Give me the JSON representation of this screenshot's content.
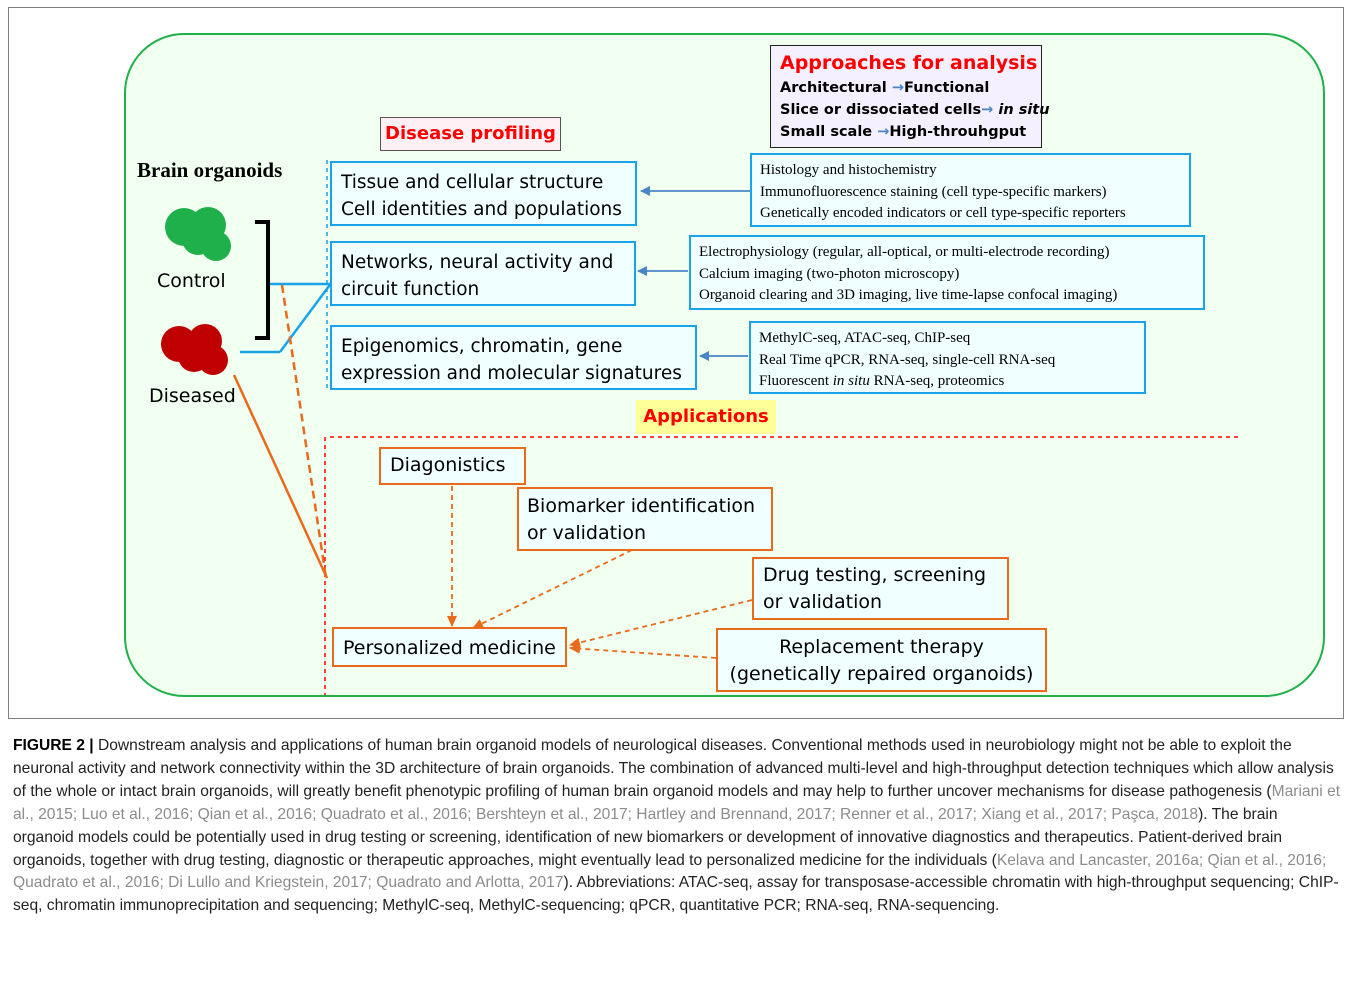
{
  "diagram": {
    "title": "Brain organoids",
    "control_label": "Control",
    "diseased_label": "Diseased",
    "disease_profiling_label": "Disease profiling",
    "approaches": {
      "title": "Approaches for analysis",
      "rows": [
        {
          "left": "Architectural",
          "right": "Functional",
          "right_italic": false
        },
        {
          "left": "Slice or dissociated cells",
          "right": "in situ",
          "right_italic": true
        },
        {
          "left": "Small scale",
          "right": "High-throuhgput",
          "right_italic": false
        }
      ]
    },
    "profiles": [
      {
        "lines": [
          "Tissue and cellular structure",
          "Cell identities and populations"
        ]
      },
      {
        "lines": [
          "Networks, neural activity and",
          "circuit function"
        ]
      },
      {
        "lines": [
          "Epigenomics, chromatin, gene",
          "expression and molecular signatures"
        ]
      }
    ],
    "methods": [
      {
        "lines": [
          "Histology and histochemistry",
          "Immunofluorescence staining (cell type-specific markers)",
          "Genetically encoded indicators or cell type-specific reporters"
        ]
      },
      {
        "lines": [
          "Electrophysiology (regular, all-optical, or multi-electrode recording)",
          "Calcium imaging (two-photon microscopy)",
          "Organoid clearing and 3D imaging, live time-lapse confocal imaging)"
        ]
      },
      {
        "line1": "MethylC-seq, ATAC-seq, ChIP-seq",
        "line2": "Real Time qPCR, RNA-seq, single-cell RNA-seq",
        "line3_pre": "Fluorescent ",
        "line3_italic": "in situ",
        "line3_post": " RNA-seq, proteomics"
      }
    ],
    "applications_label": "Applications",
    "applications": {
      "diagnostics": "Diagonistics",
      "biomarker": [
        "Biomarker identification",
        "or validation"
      ],
      "drug_testing": [
        "Drug testing, screening",
        "or validation"
      ],
      "personalized": "Personalized medicine",
      "replacement": [
        "Replacement therapy",
        "(genetically repaired organoids)"
      ]
    },
    "colors": {
      "control_green": "#1fb04c",
      "diseased_red": "#c00000",
      "blue_border": "#1aa3e6",
      "orange": "#e86a1a",
      "panel_green": "#21b04a",
      "panel_fill": "#f0fff0",
      "red_heading": "#ff0000"
    }
  },
  "caption": {
    "figure_label": "FIGURE 2 |",
    "text_1": " Downstream analysis and applications of human brain organoid models of neurological diseases. Conventional methods used in neurobiology might not be able to exploit the neuronal activity and network connectivity within the 3D architecture of brain organoids. The combination of advanced multi-level and high-throughput detection techniques which allow analysis of the whole or intact brain organoids, will greatly benefit phenotypic profiling of human brain organoid models and may help to further uncover mechanisms for disease pathogenesis (",
    "refs_1": "Mariani et al., 2015; Luo et al., 2016; Qian et al., 2016; Quadrato et al., 2016; Bershteyn et al., 2017; Hartley and Brennand, 2017; Renner et al., 2017; Xiang et al., 2017; Paşca, 2018",
    "text_2": "). The brain organoid models could be potentially used in drug testing or screening, identification of new biomarkers or development of innovative diagnostics and therapeutics. Patient-derived brain organoids, together with drug testing, diagnostic or therapeutic approaches, might eventually lead to personalized medicine for the individuals (",
    "refs_2": "Kelava and Lancaster, 2016a; Qian et al., 2016; Quadrato et al., 2016; Di Lullo and Kriegstein, 2017; Quadrato and Arlotta, 2017",
    "text_3": "). Abbreviations: ATAC-seq, assay for transposase-accessible chromatin with high-throughput sequencing; ChIP-seq, chromatin immunoprecipitation and sequencing; MethylC-seq, MethylC-sequencing; qPCR, quantitative PCR; RNA-seq, RNA-sequencing."
  }
}
